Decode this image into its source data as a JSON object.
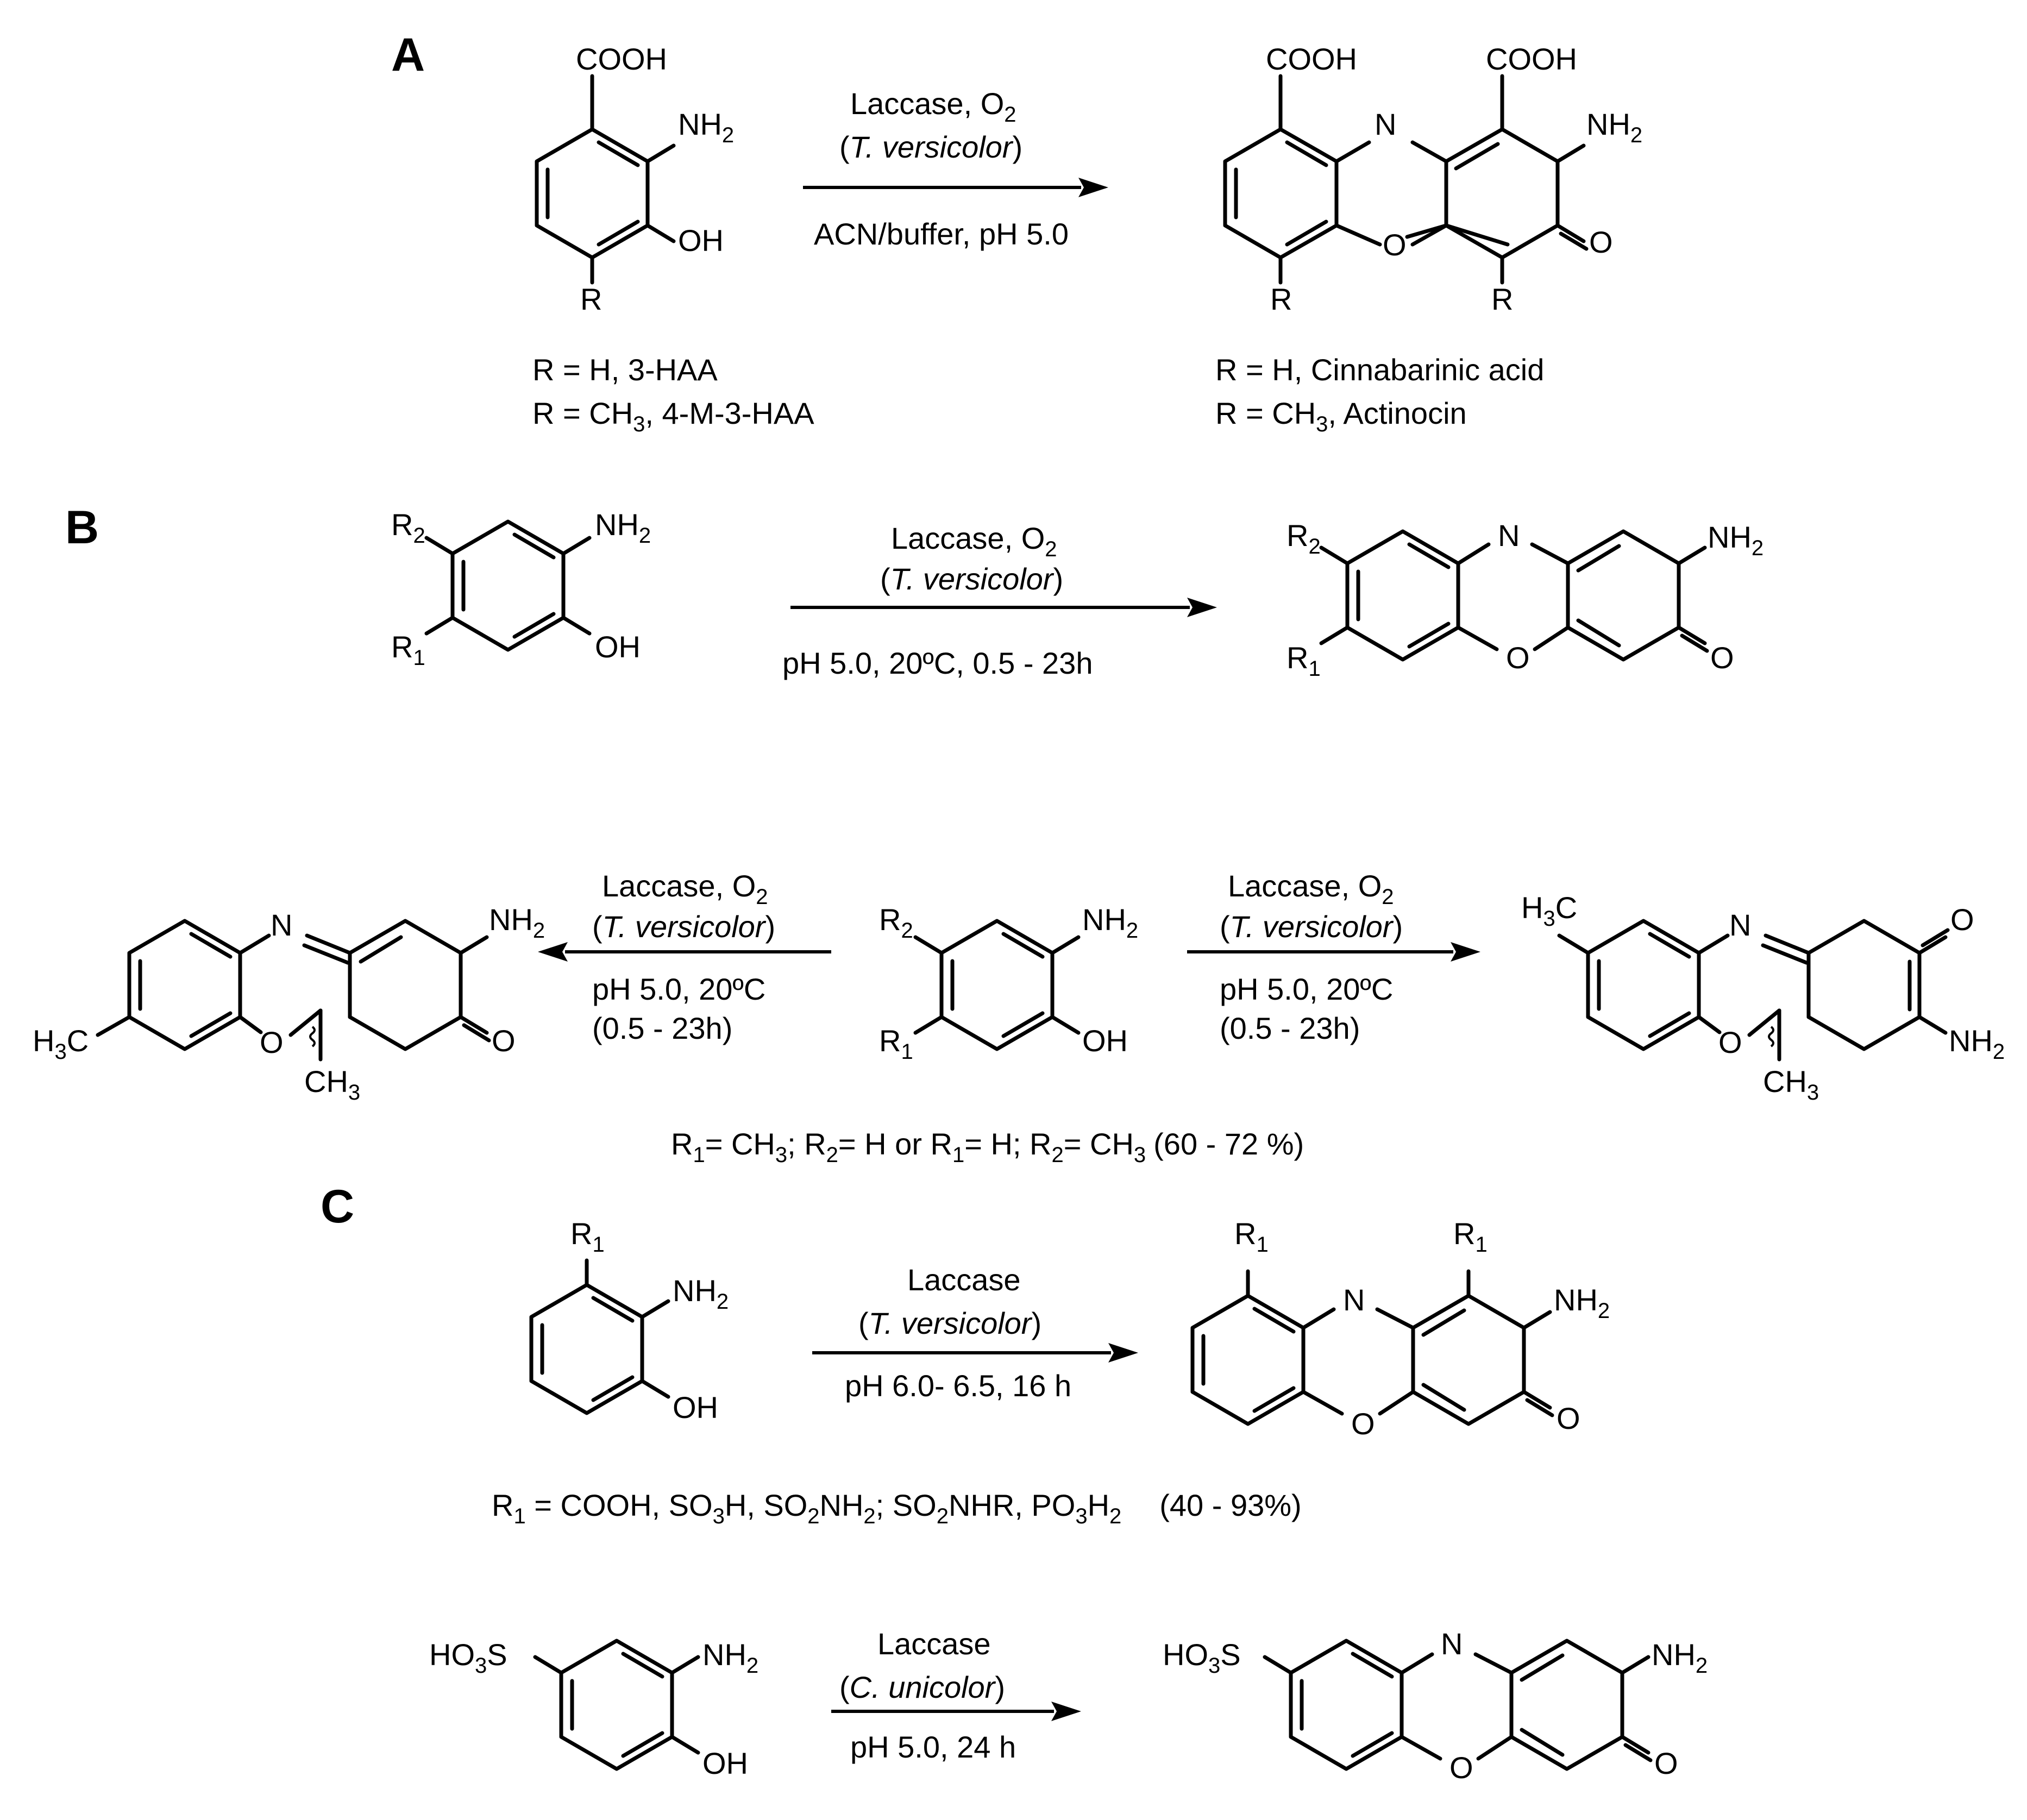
{
  "panels": {
    "A": "A",
    "B": "B",
    "C": "C"
  },
  "atoms": {
    "COOH": "COOH",
    "NH": "NH",
    "sub2": "2",
    "sub3": "3",
    "sub1": "1",
    "OH": "OH",
    "O": "O",
    "N": "N",
    "R": "R",
    "H3C": "H",
    "C": "C",
    "CH": "CH",
    "HO": "HO",
    "S": "S"
  },
  "reaction_a": {
    "reagent_1": "Laccase, O",
    "organism": "T. versicolor",
    "conditions": "ACN/buffer, pH 5.0",
    "sm_def_1": "R = H, 3-HAA",
    "sm_def_2_pre": "R = CH",
    "sm_def_2_post": ", 4-M-3-HAA",
    "prod_def_1": "R = H,    Cinnabarinic acid",
    "prod_def_2_pre": "R = CH",
    "prod_def_2_post": ", Actinocin"
  },
  "reaction_b1": {
    "reagent_1": "Laccase, O",
    "organism": "T. versicolor",
    "conditions": "pH 5.0, 20ºC, 0.5 - 23h"
  },
  "reaction_b2": {
    "reagent_1": "Laccase, O",
    "organism": "T. versicolor",
    "conditions_1": "pH 5.0, 20ºC",
    "conditions_2": "(0.5 - 23h)"
  },
  "reaction_b3": {
    "reagent_1": "Laccase, O",
    "organism": "T. versicolor",
    "conditions_1": "pH 5.0, 20ºC",
    "conditions_2": "(0.5 - 23h)"
  },
  "b_note": {
    "r1a": "= CH",
    "r2a": "= H or R",
    "r1b": "= H; R",
    "r2b": "= CH",
    "yield": "(60 - 72 %)",
    "sep": "; R"
  },
  "reaction_c1": {
    "reagent": "Laccase",
    "organism": "T. versicolor",
    "conditions": "pH 6.0- 6.5, 16 h"
  },
  "c_note": {
    "part1": " = COOH, SO",
    "part2": "H, SO",
    "part3": "NH",
    "part4": "; SO",
    "part5": "NHR, PO",
    "part6": "H",
    "yield": "(40 - 93%)"
  },
  "reaction_c2": {
    "reagent": "Laccase",
    "organism": "C. unicolor",
    "conditions": "pH 5.0, 24 h"
  }
}
